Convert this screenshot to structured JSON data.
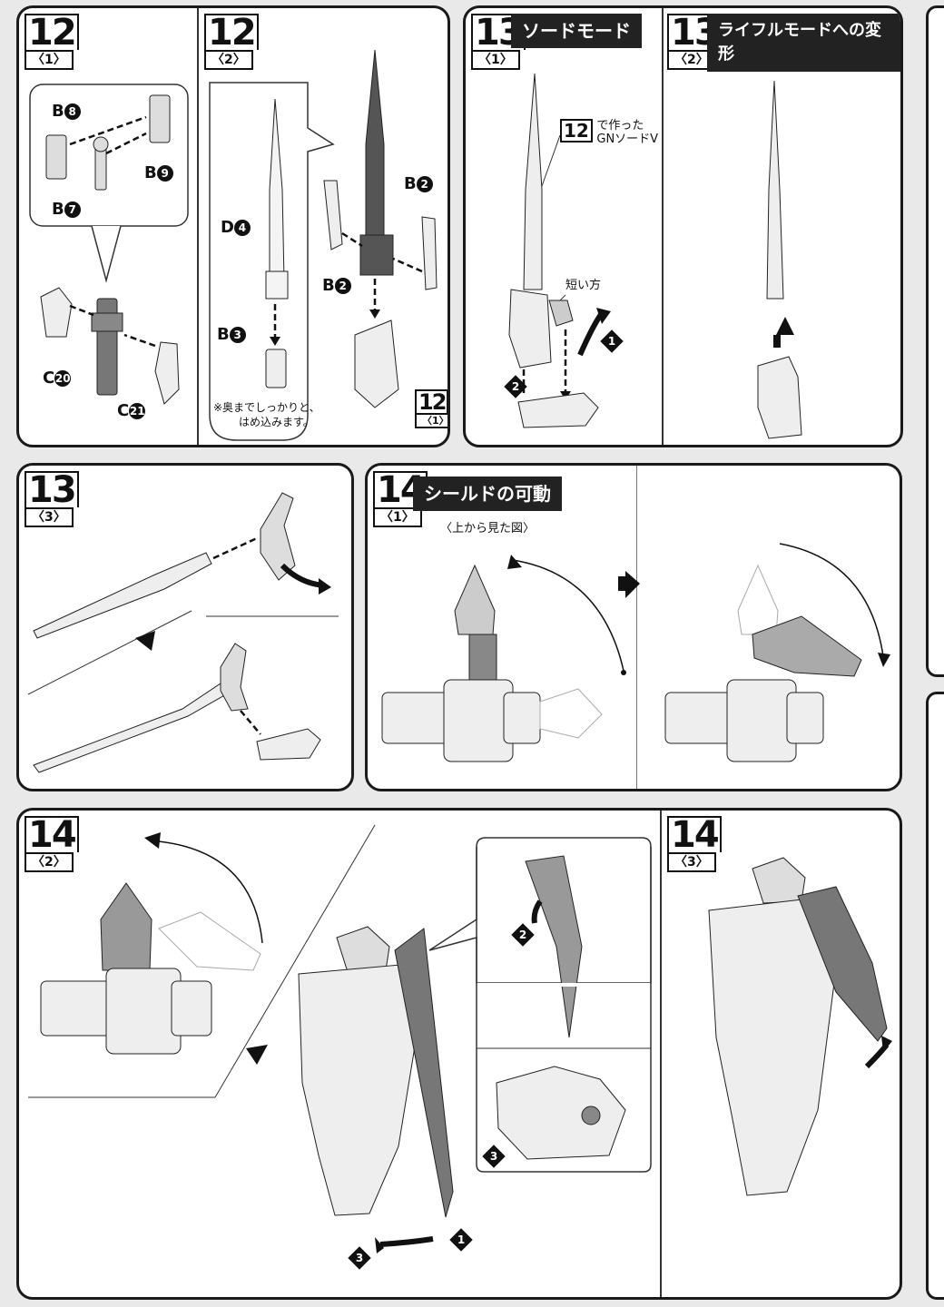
{
  "panels": {
    "p12": {
      "step1": {
        "num": "12",
        "sub": "〈1〉"
      },
      "step2": {
        "num": "12",
        "sub": "〈2〉"
      },
      "labels": {
        "b8": "B",
        "b9": "B",
        "b7": "B",
        "c20": "C",
        "c21": "C",
        "d4": "D",
        "b3": "B",
        "b2a": "B",
        "b2b": "B"
      },
      "circled": {
        "b8": "8",
        "b9": "9",
        "b7": "7",
        "c20": "20",
        "c21": "21",
        "d4": "4",
        "b3": "3",
        "b2a": "2",
        "b2b": "2"
      },
      "note_line1": "※奥までしっかりと、",
      "note_line2": "はめ込みます。",
      "ref": {
        "num": "12",
        "sub": "〈1〉"
      }
    },
    "p13top": {
      "step1": {
        "num": "13",
        "sub": "〈1〉"
      },
      "title1": "ソードモード",
      "step2": {
        "num": "13",
        "sub": "〈2〉"
      },
      "title2": "ライフルモードへの変形",
      "ref_num": "12",
      "ref_text1": "で作った",
      "ref_text2": "GNソードV",
      "short_side": "短い方",
      "arrows": {
        "a1": "1",
        "a2": "2"
      }
    },
    "p13b": {
      "step": {
        "num": "13",
        "sub": "〈3〉"
      }
    },
    "p14top": {
      "step": {
        "num": "14",
        "sub": "〈1〉"
      },
      "title": "シールドの可動",
      "view_note": "〈上から見た図〉"
    },
    "p14bottom": {
      "step2": {
        "num": "14",
        "sub": "〈2〉"
      },
      "step3": {
        "num": "14",
        "sub": "〈3〉"
      },
      "arrows": {
        "a1": "1",
        "a2": "2",
        "a3": "3",
        "a3b": "3"
      }
    }
  }
}
